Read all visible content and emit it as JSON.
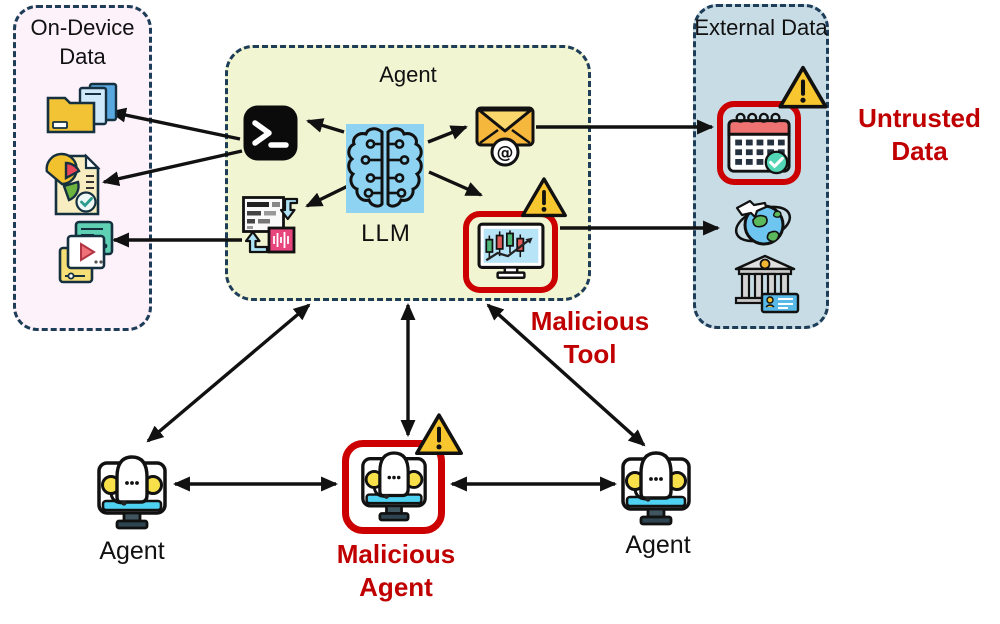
{
  "panels": {
    "on_device": {
      "title": "On-Device Data"
    },
    "agent": {
      "title": "Agent",
      "llm_label": "LLM"
    },
    "external": {
      "title": "External Data"
    }
  },
  "labels": {
    "untrusted_data": "Untrusted Data",
    "malicious_tool": "Malicious Tool",
    "malicious_agent": "Malicious Agent",
    "agent_left": "Agent",
    "agent_right": "Agent"
  },
  "glyphs": {
    "email_at": "@"
  },
  "icons": {
    "on_device": [
      "folder-files-icon",
      "pie-chart-report-icon",
      "media-files-icon"
    ],
    "agent": [
      "terminal-icon",
      "llm-brain-icon",
      "email-icon",
      "code-execution-icon",
      "stock-chart-icon"
    ],
    "external": [
      "calendar-icon",
      "travel-globe-icon",
      "bank-icon"
    ],
    "bottom": [
      "agent-bot-icon",
      "agent-bot-icon",
      "agent-bot-icon"
    ],
    "alert": "warning-triangle-icon"
  },
  "colors": {
    "on_device_panel": "#fdf1fa",
    "agent_panel": "#f1f5d2",
    "external_panel": "#c8dce6",
    "panel_border": "#1e3d58",
    "alert_red": "#c00000",
    "red_outline": "#cc0000",
    "warning_yellow": "#f8c62e",
    "brain_blue": "#8fd3f2"
  },
  "connections": [
    {
      "from": "terminal",
      "to": "folder-files",
      "bidirectional": false
    },
    {
      "from": "terminal",
      "to": "pie-chart-report",
      "bidirectional": false
    },
    {
      "from": "code-execution",
      "to": "media-files",
      "bidirectional": false
    },
    {
      "from": "llm",
      "to": "terminal",
      "bidirectional": false
    },
    {
      "from": "llm",
      "to": "email",
      "bidirectional": false
    },
    {
      "from": "llm",
      "to": "code-execution",
      "bidirectional": false
    },
    {
      "from": "llm",
      "to": "stock-chart",
      "bidirectional": false
    },
    {
      "from": "email",
      "to": "calendar",
      "bidirectional": false
    },
    {
      "from": "stock-chart",
      "to": "travel-globe",
      "bidirectional": false
    },
    {
      "from": "agent-box",
      "to": "agent-left",
      "bidirectional": true
    },
    {
      "from": "agent-box",
      "to": "malicious-agent",
      "bidirectional": true
    },
    {
      "from": "agent-box",
      "to": "agent-right",
      "bidirectional": true
    },
    {
      "from": "agent-left",
      "to": "malicious-agent",
      "bidirectional": true
    },
    {
      "from": "malicious-agent",
      "to": "agent-right",
      "bidirectional": true
    }
  ]
}
